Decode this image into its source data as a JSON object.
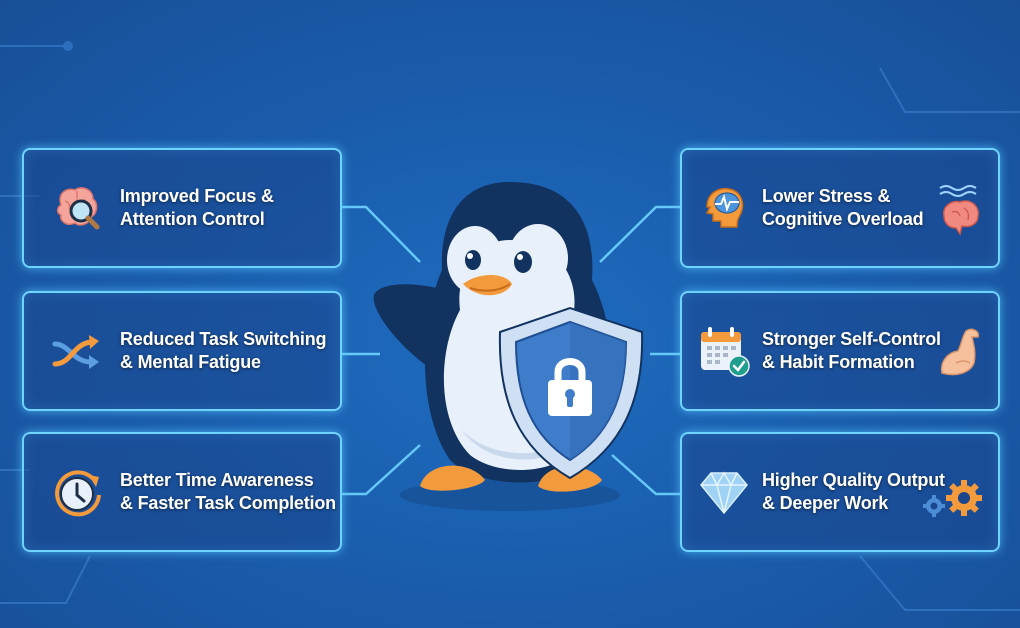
{
  "colors": {
    "background": "#1a5eae",
    "card_border": "#6fd3ff",
    "card_fill": "#1c468c",
    "text": "#ffffff",
    "accent_orange": "#f39a3d",
    "penguin_dark": "#12325f",
    "penguin_belly": "#e8f1fb",
    "shield": "#3f7cc9",
    "shield_rim": "#cfe0f4"
  },
  "center": {
    "illustration": "penguin-with-shield",
    "shield_icon": "padlock-icon"
  },
  "left_cards": [
    {
      "icon": "brain-magnifier-icon",
      "line1": "Improved Focus &",
      "line2": "Attention Control"
    },
    {
      "icon": "shuffle-arrows-icon",
      "line1": "Reduced Task Switching",
      "line2": "& Mental Fatigue"
    },
    {
      "icon": "clock-refresh-icon",
      "line1": "Better Time Awareness",
      "line2": "& Faster Task Completion"
    }
  ],
  "right_cards": [
    {
      "icon": "head-pulse-icon",
      "side_icon": "brain-waves-icon",
      "line1": "Lower Stress &",
      "line2": "Cognitive Overload"
    },
    {
      "icon": "calendar-check-icon",
      "side_icon": "flexed-bicep-icon",
      "line1": "Stronger Self-Control",
      "line2": "& Habit Formation"
    },
    {
      "icon": "diamond-icon",
      "side_icon": "gears-icon",
      "line1": "Higher Quality Output",
      "line2": "& Deeper Work"
    }
  ]
}
